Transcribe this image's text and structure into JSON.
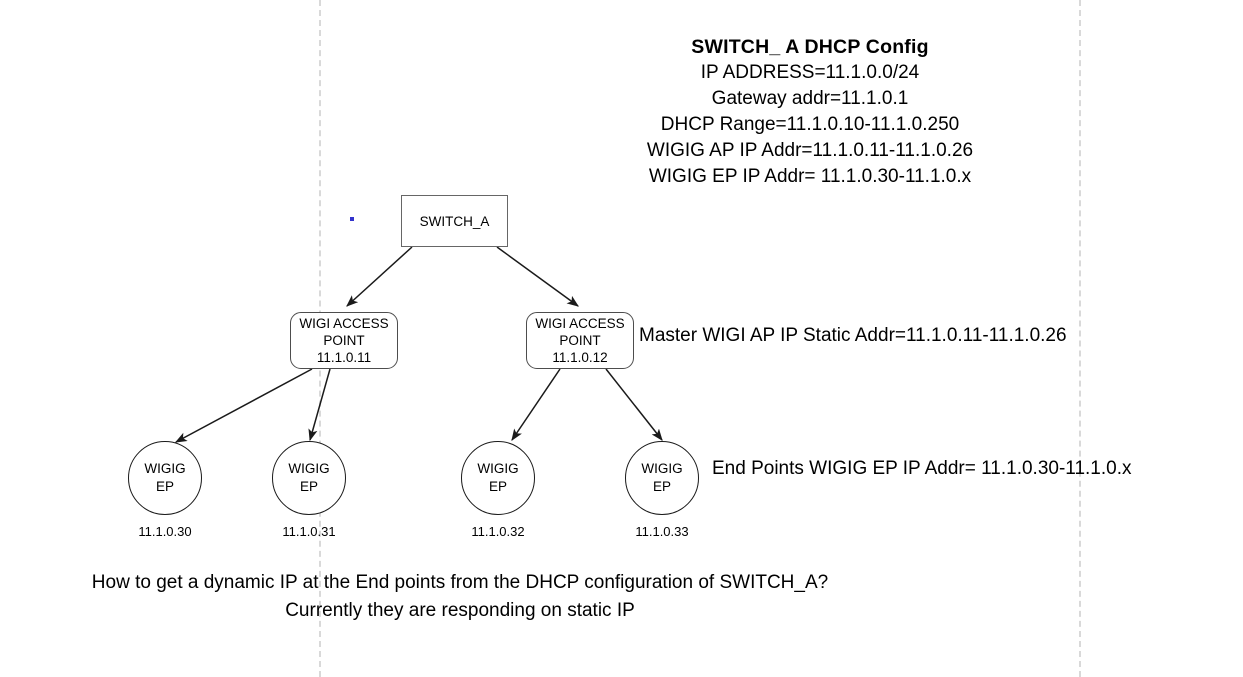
{
  "config": {
    "title": "SWITCH_ A DHCP Config",
    "lines": [
      "IP ADDRESS=11.1.0.0/24",
      "Gateway addr=11.1.0.1",
      "DHCP Range=11.1.0.10-11.1.0.250",
      "WIGIG AP IP Addr=11.1.0.11-11.1.0.26",
      "WIGIG EP IP Addr= 11.1.0.30-11.1.0.x"
    ]
  },
  "nodes": {
    "switch": {
      "label": "SWITCH_A"
    },
    "access_points": [
      {
        "line1": "WIGI ACCESS",
        "line2": "POINT",
        "ip": "11.1.0.11"
      },
      {
        "line1": "WIGI ACCESS",
        "line2": "POINT",
        "ip": "11.1.0.12"
      }
    ],
    "endpoints": [
      {
        "line1": "WIGIG",
        "line2": "EP",
        "ip": "11.1.0.30"
      },
      {
        "line1": "WIGIG",
        "line2": "EP",
        "ip": "11.1.0.31"
      },
      {
        "line1": "WIGIG",
        "line2": "EP",
        "ip": "11.1.0.32"
      },
      {
        "line1": "WIGIG",
        "line2": "EP",
        "ip": "11.1.0.33"
      }
    ]
  },
  "annotations": {
    "access_point_note": "Master WIGI AP IP Static Addr=11.1.0.11-11.1.0.26",
    "endpoint_note": "End Points WIGIG EP IP Addr= 11.1.0.30-11.1.0.x"
  },
  "question": {
    "line1": "How to get a dynamic IP at the End points from the DHCP configuration of  SWITCH_A?",
    "line2": "Currently they are responding on static IP"
  },
  "colors": {
    "background": "#ffffff",
    "text": "#000000",
    "guide_line": "#d9d9d9",
    "switch_border": "#666666",
    "ap_border": "#4d4d4d",
    "ep_border": "#1a1a1a",
    "dot_marker": "#3333cc"
  }
}
